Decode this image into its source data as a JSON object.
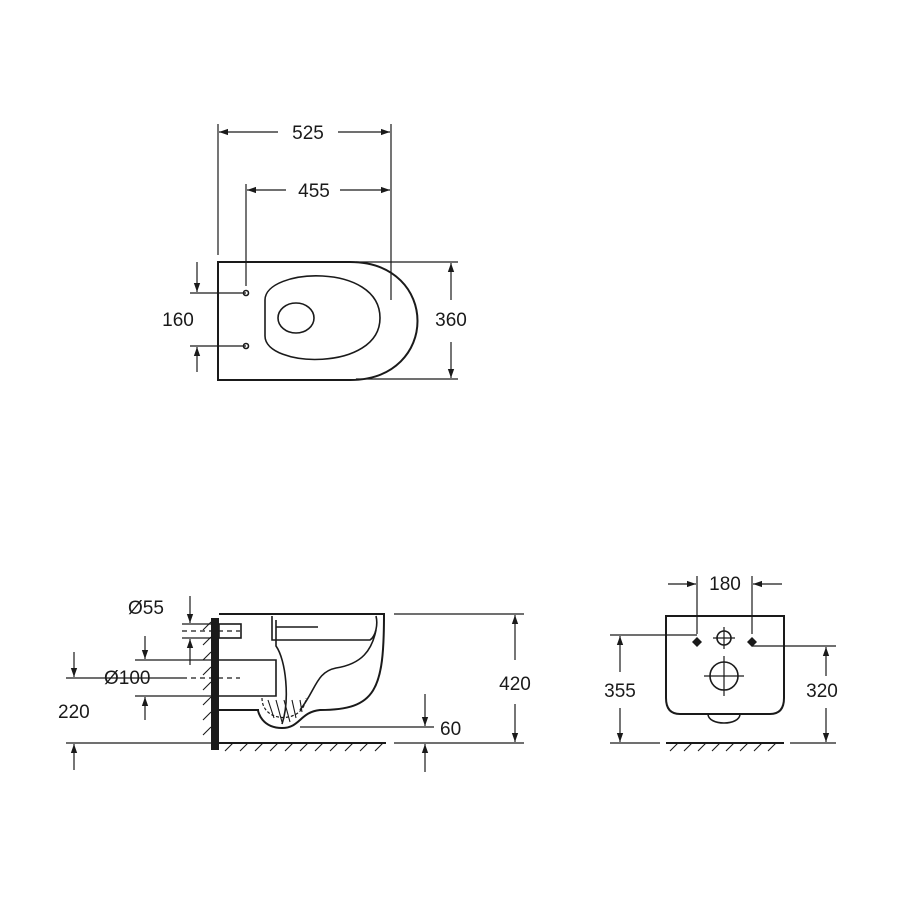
{
  "top_view": {
    "overall_length": "525",
    "bowl_length": "455",
    "fixing_spacing": "160",
    "width": "360"
  },
  "side_view": {
    "inlet_diameter": "Ø55",
    "outlet_diameter": "Ø100",
    "outlet_height": "220",
    "rim_height": "420",
    "outlet_offset": "60"
  },
  "front_view": {
    "bolt_spacing": "180",
    "bolt_height": "355",
    "outlet_center_height": "320"
  },
  "colors": {
    "line": "#1a1a1a",
    "background": "#ffffff"
  }
}
